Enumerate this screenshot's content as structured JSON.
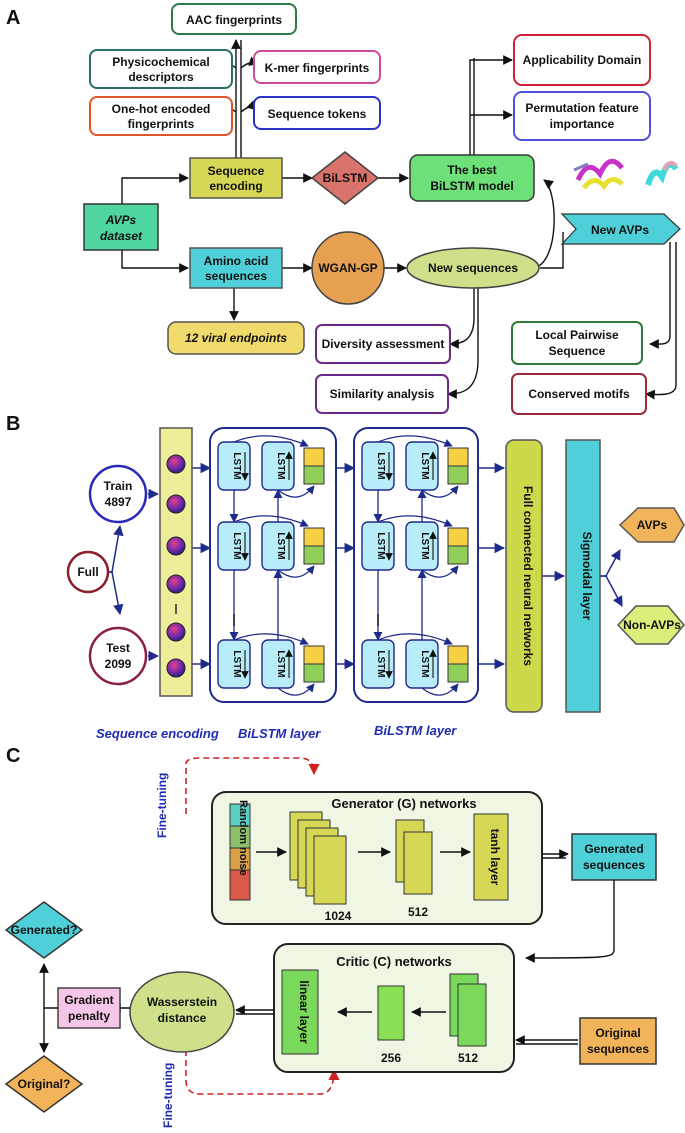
{
  "panels": {
    "a": "A",
    "b": "B",
    "c": "C"
  },
  "panelA": {
    "aac": "AAC fingerprints",
    "physchem": [
      "Physicochemical",
      "descriptors"
    ],
    "kmer": "K-mer fingerprints",
    "onehot": [
      "One-hot encoded",
      "fingerprints"
    ],
    "seqtokens": "Sequence tokens",
    "seqenc": [
      "Sequence",
      "encoding"
    ],
    "bilstm": "BiLSTM",
    "best": [
      "The best",
      "BiLSTM model"
    ],
    "appdomain": "Applicability Domain",
    "perm": [
      "Permutation feature",
      "importance"
    ],
    "avps": [
      "AVPs",
      "dataset"
    ],
    "amino": [
      "Amino acid",
      "sequences"
    ],
    "wgan": "WGAN-GP",
    "newseq": "New sequences",
    "newavps": "New AVPs",
    "viral": "12 viral endpoints",
    "diversity": "Diversity assessment",
    "similarity": "Similarity analysis",
    "localpair": [
      "Local Pairwise",
      "Sequence"
    ],
    "conserved": "Conserved motifs"
  },
  "panelB": {
    "train": [
      "Train",
      "4897"
    ],
    "full": "Full",
    "test": [
      "Test",
      "2099"
    ],
    "lstm": "LSTM",
    "fcnn": "Full connected neural networks",
    "sigmoid": "Sigmoidal layer",
    "avps": "AVPs",
    "nonavps": "Non-AVPs",
    "seqenc": "Sequence encoding",
    "bilstm1": "BiLSTM layer",
    "bilstm2": "BiLSTM layer"
  },
  "panelC": {
    "finetune": "Fine-tuning",
    "generator": "Generator (G) networks",
    "noise": "Random noise",
    "g1024": "1024",
    "g512": "512",
    "tanh": "tanh layer",
    "generated": [
      "Generated",
      "sequences"
    ],
    "critic": "Critic (C) networks",
    "linear": "linear layer",
    "c256": "256",
    "c512": "512",
    "original": [
      "Original",
      "sequences"
    ],
    "wasserstein": [
      "Wasserstein",
      "distance"
    ],
    "gradient": [
      "Gradient",
      "penalty"
    ],
    "generatedq": "Generated?",
    "originalq": "Original?"
  },
  "colors": {
    "green": "#6ee07a",
    "yellow": "#d6d855",
    "cyan": "#4fd0d8",
    "salmon": "#d9736b",
    "orange": "#e6a052",
    "lime": "#cfe08a",
    "pink": "#f6c6e8",
    "gold": "#f1da6c",
    "navy": "#1f2b8a",
    "red": "#cc2222"
  }
}
